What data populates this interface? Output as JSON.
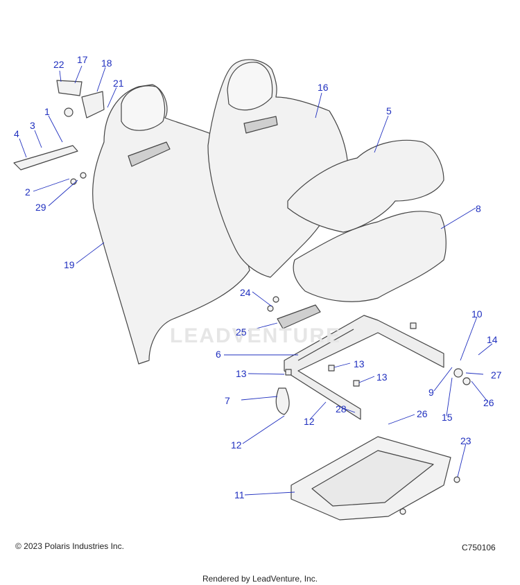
{
  "callouts": [
    "22",
    "17",
    "18",
    "21",
    "1",
    "3",
    "4",
    "2",
    "29",
    "19",
    "16",
    "5",
    "8",
    "24",
    "25",
    "6",
    "10",
    "14",
    "13",
    "13",
    "13",
    "27",
    "9",
    "26",
    "7",
    "28",
    "12",
    "12",
    "15",
    "26",
    "23",
    "11"
  ],
  "footer": {
    "copyright": "© 2023 Polaris Industries Inc.",
    "drawing_number": "C750106",
    "rendered_by": "Rendered by LeadVenture, Inc."
  },
  "watermark": "LEADVENTURE",
  "colors": {
    "callout": "#1f2fbf",
    "part_fill": "#f2f2f2",
    "part_stroke": "#444444"
  }
}
